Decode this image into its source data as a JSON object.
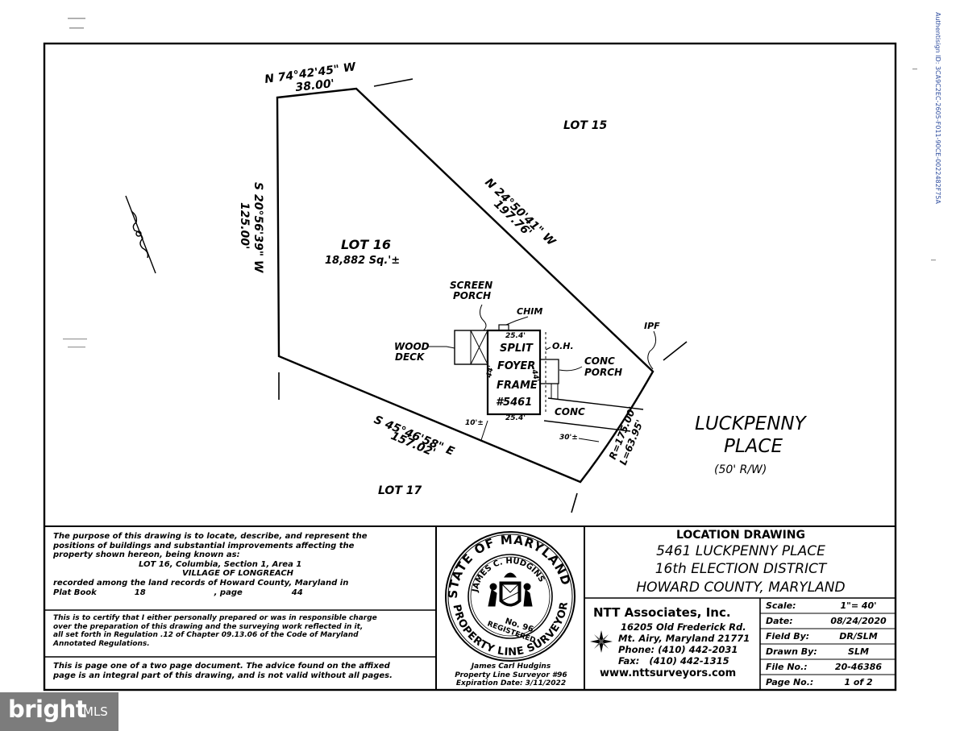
{
  "authentisign_id": "Authentisign ID: 3CA9C2EC-2605-F011-90CE-0022482F75A",
  "plan": {
    "north_line": "N 74°42'45\" W",
    "north_dist": "38.00'",
    "west_line": "S 20°56'39\" W",
    "west_dist": "125.00'",
    "ne_line": "N 24°50'41\" W",
    "ne_dist": "197.76'",
    "south_line": "S 45°46'58\" E",
    "south_dist": "157.02'",
    "lot15": "LOT 15",
    "lot16": "LOT 16",
    "lot16_area": "18,882 Sq.'±",
    "lot17": "LOT 17",
    "screen_porch": [
      "SCREEN",
      "PORCH"
    ],
    "chim": "CHIM",
    "wood_deck": [
      "WOOD",
      "DECK"
    ],
    "house_top_dim": "25.4'",
    "house_bottom_dim": "25.4'",
    "house_side_left": "44'",
    "house_side_right": "44'",
    "house_label": [
      "SPLIT",
      "FOYER",
      "FRAME",
      "#5461"
    ],
    "oh": "O.H.",
    "conc_porch": [
      "CONC",
      "PORCH"
    ],
    "conc": "CONC",
    "setback_left": "10'±",
    "setback_right": "30'±",
    "curve_r": "R=175.00'",
    "curve_l": "L=63.95'",
    "ipf": "IPF",
    "street_name": [
      "LUCKPENNY",
      "PLACE"
    ],
    "street_rw": "(50' R/W)"
  },
  "purpose": {
    "lines": [
      "The purpose of this drawing is to locate, describe, and represent the",
      "positions of buildings and substantial improvements affecting the",
      "property shown hereon, being known as:",
      "LOT 16, Columbia, Section 1, Area 1",
      "VILLAGE OF LONGREACH",
      "recorded among the land records of Howard County, Maryland in",
      "Plat Book",
      "18",
      ", page",
      "44"
    ]
  },
  "certify": {
    "lines": [
      "This is to certify that I either personally prepared or was in responsible charge",
      "over the preparation of this drawing and the surveying work reflected in it,",
      "all set forth in Regulation .12 of Chapter 09.13.06 of the Code of Maryland",
      "Annotated Regulations."
    ]
  },
  "notice": {
    "lines": [
      "This is page one of a two page document. The advice found on the affixed",
      "page is an integral part of this drawing, and is not valid without all pages."
    ]
  },
  "seal": {
    "top_text": "STATE OF MARYLAND",
    "name_text": "JAMES C. HUDGINS",
    "bottom_text": "PROPERTY LINE SURVEYOR",
    "no": "No. 96",
    "registered": "REGISTERED"
  },
  "surveyor": {
    "name": "James Carl Hudgins",
    "license": "Property Line Surveyor #96",
    "expiration": "Expiration Date: 3/11/2022"
  },
  "location": {
    "title": "LOCATION DRAWING",
    "address": "5461 LUCKPENNY PLACE",
    "district": "16th ELECTION DISTRICT",
    "county": "HOWARD COUNTY, MARYLAND"
  },
  "company": {
    "name": "NTT Associates, Inc.",
    "street": "16205 Old Frederick Rd.",
    "city": "Mt. Airy, Maryland 21771",
    "phone": "Phone: (410) 442-2031",
    "fax": "Fax:   (410) 442-1315",
    "web": "www.nttsurveyors.com"
  },
  "fields": [
    {
      "key": "Scale:",
      "value": "1\"=   40'"
    },
    {
      "key": "Date:",
      "value": "08/24/2020"
    },
    {
      "key": "Field By:",
      "value": "DR/SLM"
    },
    {
      "key": "Drawn By:",
      "value": "SLM"
    },
    {
      "key": "File No.:",
      "value": "20-46386"
    },
    {
      "key": "Page No.:",
      "value": "1 of 2"
    }
  ],
  "watermark": {
    "brand": "bright",
    "suffix": "MLS"
  }
}
